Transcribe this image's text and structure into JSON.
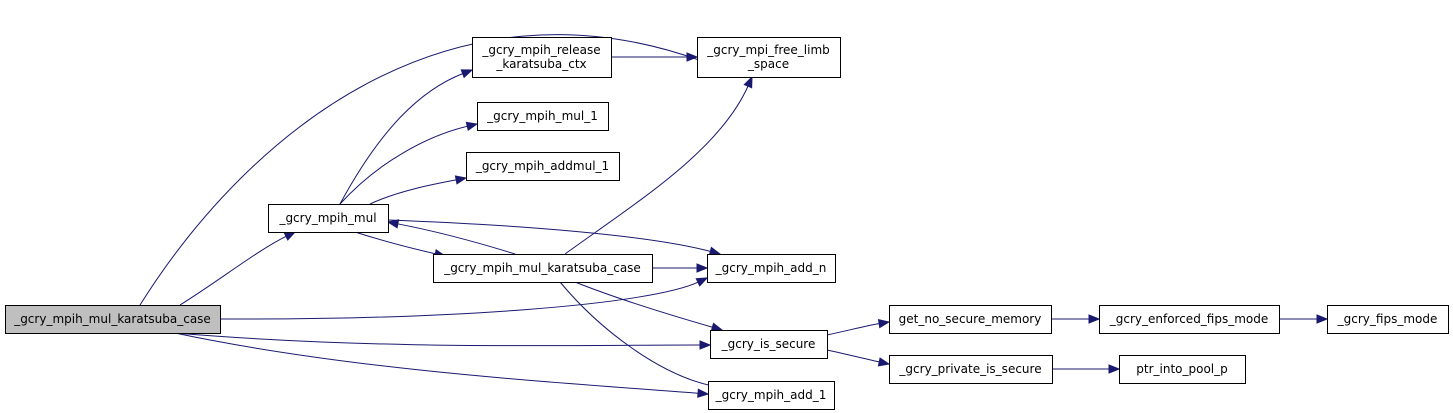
{
  "diagram": {
    "type": "call-graph",
    "nodes": [
      {
        "id": "root",
        "lines": [
          "_gcry_mpih_mul_karatsuba_case"
        ],
        "root": true
      },
      {
        "id": "mul",
        "lines": [
          "_gcry_mpih_mul"
        ]
      },
      {
        "id": "release",
        "lines": [
          "_gcry_mpih_release",
          "_karatsuba_ctx"
        ]
      },
      {
        "id": "mul1",
        "lines": [
          "_gcry_mpih_mul_1"
        ]
      },
      {
        "id": "addmul1",
        "lines": [
          "_gcry_mpih_addmul_1"
        ]
      },
      {
        "id": "kara",
        "lines": [
          "_gcry_mpih_mul_karatsuba_case"
        ]
      },
      {
        "id": "free",
        "lines": [
          "_gcry_mpi_free_limb",
          "_space"
        ]
      },
      {
        "id": "addn",
        "lines": [
          "_gcry_mpih_add_n"
        ]
      },
      {
        "id": "secure",
        "lines": [
          "_gcry_is_secure"
        ]
      },
      {
        "id": "add1",
        "lines": [
          "_gcry_mpih_add_1"
        ]
      },
      {
        "id": "nosec",
        "lines": [
          "get_no_secure_memory"
        ]
      },
      {
        "id": "priv",
        "lines": [
          "_gcry_private_is_secure"
        ]
      },
      {
        "id": "enf",
        "lines": [
          "_gcry_enforced_fips_mode"
        ]
      },
      {
        "id": "pool",
        "lines": [
          "ptr_into_pool_p"
        ]
      },
      {
        "id": "fips",
        "lines": [
          "_gcry_fips_mode"
        ]
      }
    ],
    "edges": [
      {
        "from": "root",
        "to": "free"
      },
      {
        "from": "root",
        "to": "mul"
      },
      {
        "from": "root",
        "to": "addn"
      },
      {
        "from": "root",
        "to": "secure"
      },
      {
        "from": "root",
        "to": "add1"
      },
      {
        "from": "mul",
        "to": "release"
      },
      {
        "from": "mul",
        "to": "mul1"
      },
      {
        "from": "mul",
        "to": "addmul1"
      },
      {
        "from": "mul",
        "to": "kara"
      },
      {
        "from": "mul",
        "to": "addn"
      },
      {
        "from": "release",
        "to": "free"
      },
      {
        "from": "kara",
        "to": "free"
      },
      {
        "from": "kara",
        "to": "mul"
      },
      {
        "from": "kara",
        "to": "addn"
      },
      {
        "from": "kara",
        "to": "secure"
      },
      {
        "from": "kara",
        "to": "add1"
      },
      {
        "from": "secure",
        "to": "nosec"
      },
      {
        "from": "secure",
        "to": "priv"
      },
      {
        "from": "nosec",
        "to": "enf"
      },
      {
        "from": "priv",
        "to": "pool"
      },
      {
        "from": "enf",
        "to": "fips"
      }
    ],
    "colors": {
      "edge": "#191970",
      "root_fill": "#bfbfbf",
      "node_fill": "#ffffff",
      "node_stroke": "#000000"
    }
  }
}
